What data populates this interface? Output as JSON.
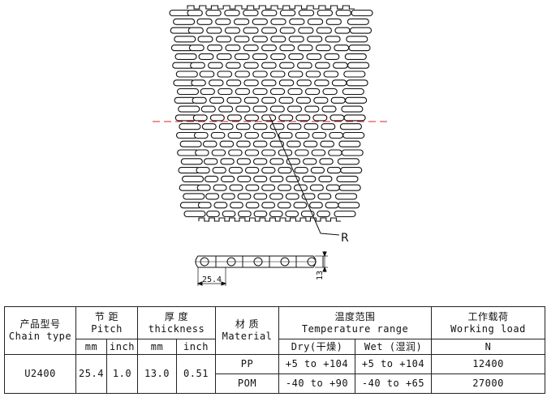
{
  "drawing": {
    "radius_label": "R",
    "pitch_dimension": "25.4",
    "thickness_dimension": "13"
  },
  "table": {
    "model": {
      "zh": "产品型号",
      "en": "Chain type"
    },
    "pitch": {
      "zh": "节 距",
      "en": "Pitch",
      "unit_mm": "mm",
      "unit_inch": "inch"
    },
    "thickness": {
      "zh": "厚 度",
      "en": "thickness",
      "unit_mm": "mm",
      "unit_inch": "inch"
    },
    "material": {
      "zh": "材 质",
      "en": "Material"
    },
    "temperature": {
      "zh": "温度范围",
      "en": "Temperature range",
      "dry": "Dry(干燥)",
      "wet": "Wet (湿润)"
    },
    "load": {
      "zh": "工作载荷",
      "en": "Working load",
      "unit": "N"
    },
    "row": {
      "model": "U2400",
      "pitch_mm": "25.4",
      "pitch_inch": "1.0",
      "thickness_mm": "13.0",
      "thickness_inch": "0.51"
    },
    "materials": [
      {
        "name": "PP",
        "dry": "+5 to +104",
        "wet": "+5 to +104",
        "load": "12400"
      },
      {
        "name": "POM",
        "dry": "-40 to +90",
        "wet": "-40 to +65",
        "load": "27000"
      }
    ]
  }
}
